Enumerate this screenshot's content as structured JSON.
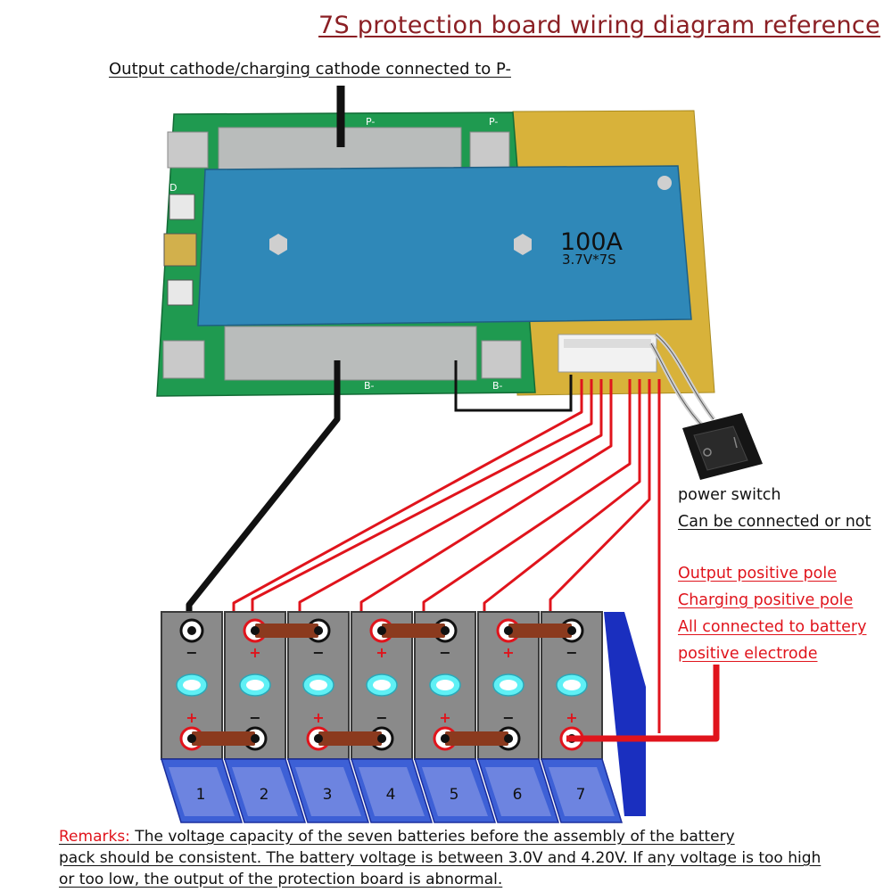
{
  "title": "7S protection board wiring diagram reference",
  "top_note": "Output cathode/charging cathode connected to P-",
  "board": {
    "rating": "100A",
    "spec": "3.7V*7S",
    "pad_p_left": "P-",
    "pad_p_right": "P-",
    "pad_b_left": "B-",
    "pad_b_right": "B-",
    "pad_d": "D"
  },
  "switch_note": {
    "line1": "power switch",
    "line2": "Can be connected or not"
  },
  "positive_note": {
    "line1": "Output positive pole",
    "line2": "Charging positive pole",
    "line3": "All connected to battery",
    "line4": "positive electrode"
  },
  "batteries": [
    {
      "label": "1",
      "top_sign": "−",
      "bottom_sign": "+"
    },
    {
      "label": "2",
      "top_sign": "+",
      "bottom_sign": "−"
    },
    {
      "label": "3",
      "top_sign": "−",
      "bottom_sign": "+"
    },
    {
      "label": "4",
      "top_sign": "+",
      "bottom_sign": "−"
    },
    {
      "label": "5",
      "top_sign": "−",
      "bottom_sign": "+"
    },
    {
      "label": "6",
      "top_sign": "+",
      "bottom_sign": "−"
    },
    {
      "label": "7",
      "top_sign": "−",
      "bottom_sign": "+"
    }
  ],
  "remarks": {
    "label": "Remarks:",
    "line1": " The voltage capacity of the seven batteries before the assembly of the battery",
    "line2": "pack should be consistent. The battery voltage is between 3.0V and 4.20V. If any voltage is too high",
    "line3": "or too low, the output of the protection board is abnormal."
  },
  "colors": {
    "title": "#8b1f24",
    "highlight_red": "#e0141c",
    "sense_wire": "#e0141c",
    "pcb_green": "#1f9a50",
    "insulation_blue": "#2f88b8",
    "cell_gray": "#8a8a8a",
    "cell_blue": "#3d60d6",
    "busbar": "#8b3a1e",
    "vent": "#5ff0f5"
  }
}
